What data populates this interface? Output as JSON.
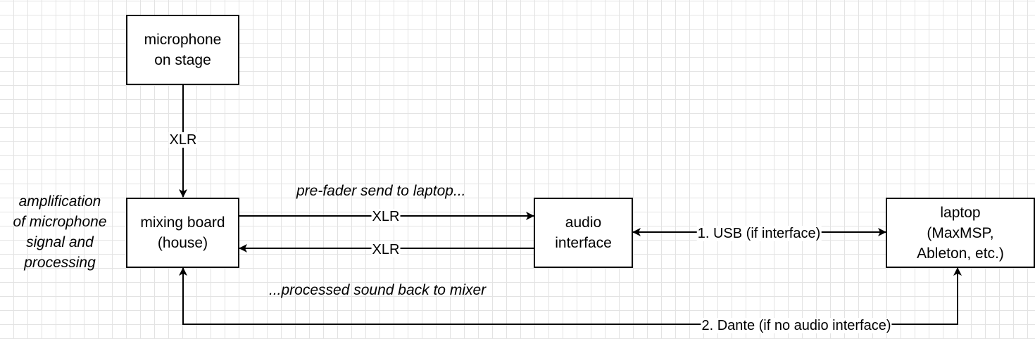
{
  "diagram": {
    "nodes": {
      "microphone": "microphone\non stage",
      "mixer": "mixing board\n(house)",
      "interface": "audio\ninterface",
      "laptop": "laptop\n(MaxMSP,\nAbleton, etc.)"
    },
    "edges": {
      "mic_to_mixer": "XLR",
      "mixer_to_interface": "XLR",
      "interface_to_mixer": "XLR",
      "usb_link": "1. USB (if interface)",
      "dante_link": "2. Dante (if no audio interface)"
    },
    "notes": {
      "amplification": "amplification\nof microphone\nsignal and\nprocessing",
      "send": "pre-fader send to laptop...",
      "return": "...processed sound back to mixer"
    }
  }
}
